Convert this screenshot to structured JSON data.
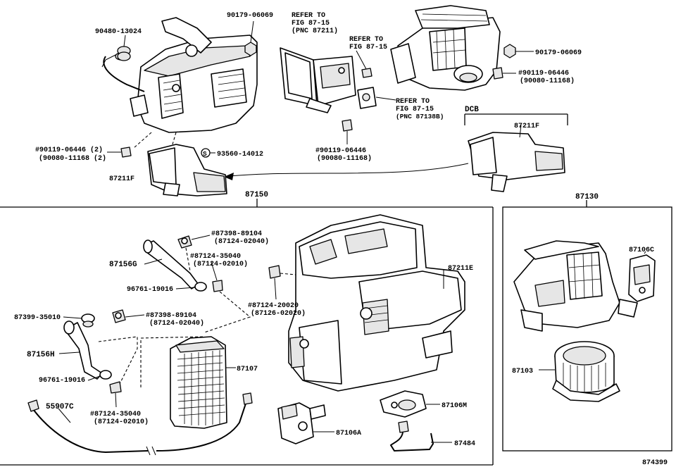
{
  "labels": {
    "p90480": "90480-13024",
    "p90179_a": "90179-06069",
    "refer1_l1": "REFER TO",
    "refer1_l2": "FIG 87-15",
    "refer1_l3": "(PNC 87211)",
    "refer2_l1": "REFER TO",
    "refer2_l2": "FIG 87-15",
    "refer3_l1": "REFER TO",
    "refer3_l2": "FIG 87-15",
    "refer3_l3": "(PNC 87138B)",
    "p90179_b": "90179-06069",
    "p90119_r1": "#90119-06446",
    "p90080_r1": "(90080-11168)",
    "dcb": "DCB",
    "p87211f_r": "87211F",
    "p90119_l1": "#90119-06446 (2)",
    "p90080_l1": "(90080-11168 (2)",
    "s_mark": "S",
    "p93560": "93560-14012",
    "p90119_c1": "#90119-06446",
    "p90080_c1": "(90080-11168)",
    "p87211f_l": "87211F",
    "p87150": "87150",
    "p87130": "87130",
    "p87398_a1": "#87398-89104",
    "p87398_a2": "(87124-02040)",
    "p87124_a1": "#87124-35040",
    "p87124_a2": "(87124-02010)",
    "p87156g": "87156G",
    "p96761_a": "96761-19016",
    "p87124_b1": "#87124-20020",
    "p87124_b2": "(87126-02020)",
    "p87211e": "87211E",
    "p87106c": "87106C",
    "p87399": "87399-35010",
    "p87398_b1": "#87398-89104",
    "p87398_b2": "(87124-02040)",
    "p87156h": "87156H",
    "p87107": "87107",
    "p96761_b": "96761-19016",
    "p87103": "87103",
    "p55907c": "55907C",
    "p87106m": "87106M",
    "p87124_c1": "#87124-35040",
    "p87124_c2": "(87124-02010)",
    "p87106a": "87106A",
    "p87484": "87484",
    "fig_no": "874399"
  }
}
